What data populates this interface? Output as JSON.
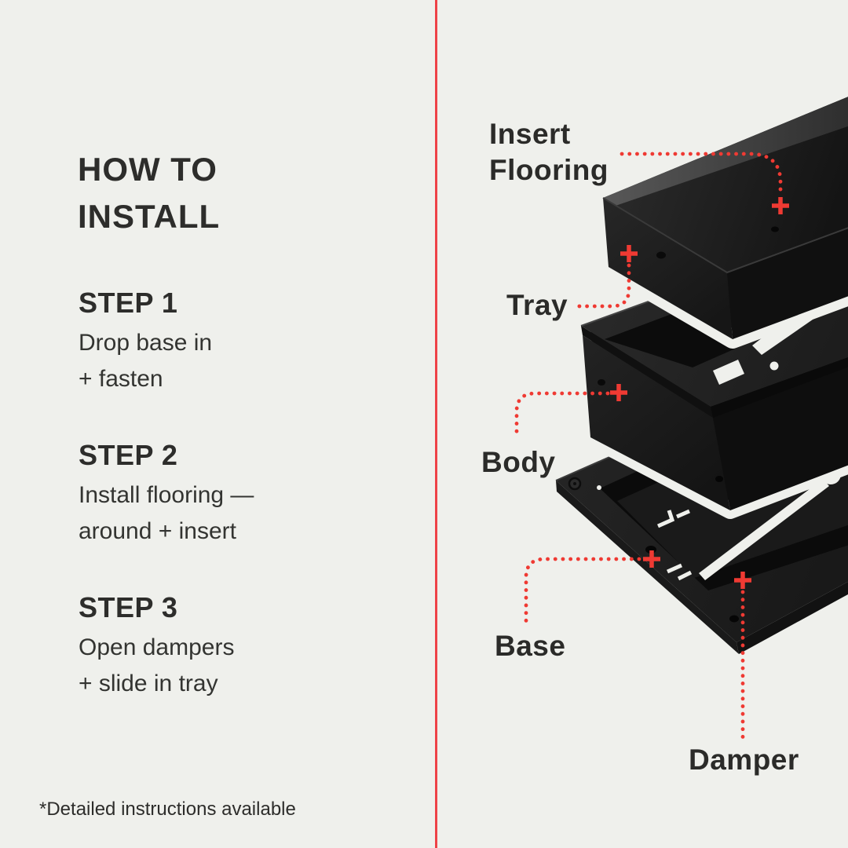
{
  "page": {
    "background": "#eff0ec",
    "text_color": "#2d2d2b",
    "accent_red": "#ef3a33",
    "divider_red": "#ee4247",
    "part_color": "#161616"
  },
  "left_panel": {
    "heading_line1": "HOW TO",
    "heading_line2": "INSTALL",
    "steps": [
      {
        "title": "STEP 1",
        "lines": [
          "Drop base in",
          "+ fasten"
        ]
      },
      {
        "title": "STEP 2",
        "lines": [
          "Install flooring —",
          "around + insert"
        ]
      },
      {
        "title": "STEP 3",
        "lines": [
          "Open dampers",
          "+ slide in tray"
        ]
      }
    ],
    "footnote": "*Detailed instructions available"
  },
  "diagram": {
    "labels": {
      "insert_flooring_line1": "Insert",
      "insert_flooring_line2": "Flooring",
      "tray": "Tray",
      "body": "Body",
      "base": "Base",
      "damper": "Damper"
    },
    "parts": [
      "Insert Flooring",
      "Tray",
      "Body",
      "Base",
      "Damper"
    ]
  }
}
